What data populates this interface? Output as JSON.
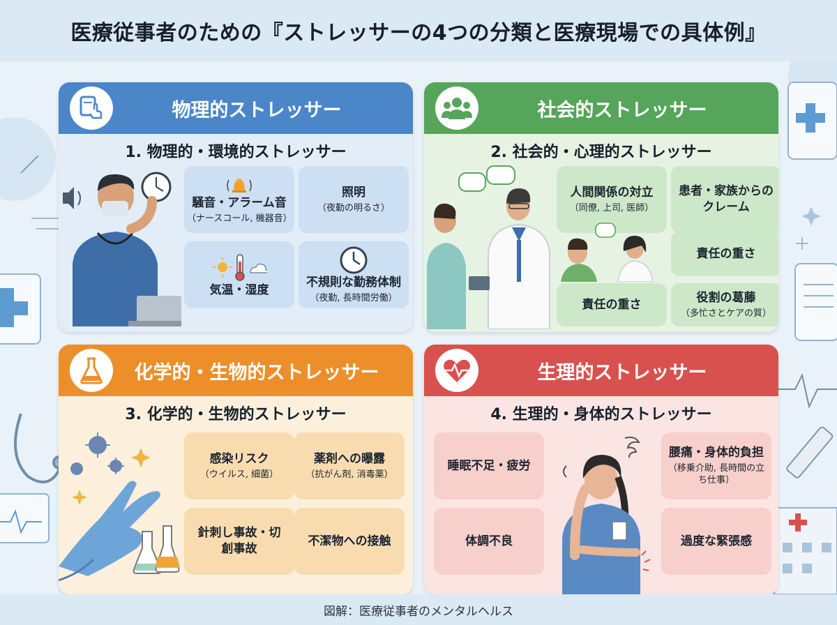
{
  "title": "医療従事者のための『ストレッサーの4つの分類と医療現場での具体例』",
  "footer": "図解：医療従事者のメンタルヘルス",
  "colors": {
    "physical": "#4a86c8",
    "physical_bg": "#e2edf8",
    "physical_card": "#cddff2",
    "social": "#55a55a",
    "social_bg": "#e6f3e3",
    "social_card": "#cde8c8",
    "chemical": "#ec8f2a",
    "chemical_bg": "#fcf0dc",
    "chemical_card": "#f8dcb0",
    "physiological": "#d9514e",
    "physiological_bg": "#fbe5e3",
    "physiological_card": "#f7cfcb"
  },
  "panels": [
    {
      "header": "物理的ストレッサー",
      "subtitle": "1. 物理的・環境的ストレッサー",
      "icon": "touch-device-icon",
      "cards": [
        {
          "main": "騒音・アラーム音",
          "sub": "（ナースコール, 機器音）",
          "icon": "bell-icon"
        },
        {
          "main": "照明",
          "sub": "（夜勤の明るさ）"
        },
        {
          "main": "気温・湿度",
          "sub": "",
          "icon": "thermometer-icon"
        },
        {
          "main": "不規則な勤務体制",
          "sub": "（夜勤, 長時間労働）",
          "icon": "clock-icon"
        }
      ]
    },
    {
      "header": "社会的ストレッサー",
      "subtitle": "2. 社会的・心理的ストレッサー",
      "icon": "people-icon",
      "cards": [
        {
          "main": "人間関係の対立",
          "sub": "（同僚, 上司, 医師）"
        },
        {
          "main": "患者・家族からのクレーム",
          "sub": ""
        },
        {
          "main": "責任の重さ",
          "sub": ""
        },
        {
          "main": "責任の重さ",
          "sub": ""
        },
        {
          "main": "役割の葛藤",
          "sub": "（多忙さとケアの質）"
        }
      ]
    },
    {
      "header": "化学的・生物的ストレッサー",
      "subtitle": "3. 化学的・生物的ストレッサー",
      "icon": "flask-icon",
      "cards": [
        {
          "main": "感染リスク",
          "sub": "（ウイルス, 細菌）"
        },
        {
          "main": "薬剤への曝露",
          "sub": "（抗がん剤, 消毒薬）"
        },
        {
          "main": "針刺し事故・切創事故",
          "sub": ""
        },
        {
          "main": "不潔物への接触",
          "sub": ""
        }
      ]
    },
    {
      "header": "生理的ストレッサー",
      "subtitle": "4. 生理的・身体的ストレッサー",
      "icon": "heartbeat-icon",
      "cards": [
        {
          "main": "睡眠不足・疲労",
          "sub": ""
        },
        {
          "main": "腰痛・身体的負担",
          "sub": "（移乗介助, 長時間の立ち仕事）"
        },
        {
          "main": "体調不良",
          "sub": ""
        },
        {
          "main": "過度な緊張感",
          "sub": ""
        }
      ]
    }
  ]
}
